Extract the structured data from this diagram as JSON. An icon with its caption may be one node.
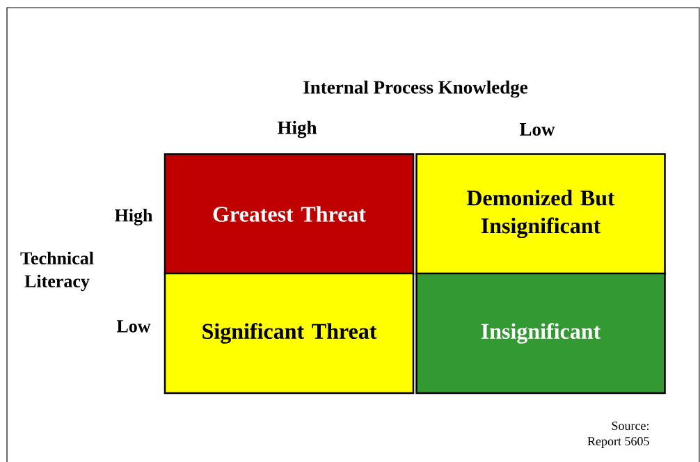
{
  "diagram": {
    "nodes": [
      {
        "text": [
          "Greatest Threat"
        ]
      },
      {
        "text": [
          "Demonized But Insignificant"
        ]
      },
      {
        "text": [
          "Significant Threat"
        ]
      },
      {
        "text": [
          "Insignificant"
        ]
      }
    ],
    "labels": [
      "Internal Process Knowledge",
      "High",
      "Low",
      "High",
      "Low",
      "Technical Literacy",
      "Source:",
      "Report 5605"
    ]
  }
}
